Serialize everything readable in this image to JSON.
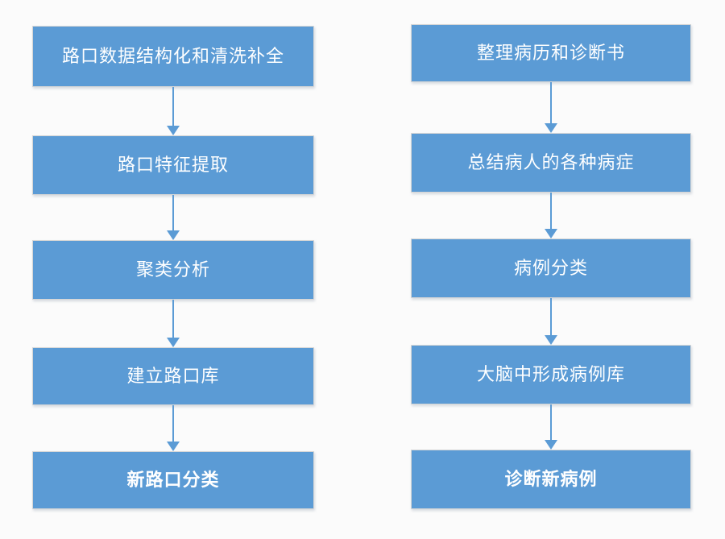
{
  "diagram": {
    "type": "flowchart",
    "orientation": "vertical",
    "columns": 2,
    "accent_color": "#5b9bd5",
    "text_color": "#ffffff",
    "border_color": "#d6d6d6",
    "background_color": "#fbfbfb",
    "left_flow": {
      "steps": [
        {
          "label": "路口数据结构化和清洗补全"
        },
        {
          "label": "路口特征提取"
        },
        {
          "label": "聚类分析"
        },
        {
          "label": "建立路口库"
        },
        {
          "label": "新路口分类"
        }
      ],
      "connectors": [
        {
          "from": 0,
          "to": 1,
          "kind": "arrow-down"
        },
        {
          "from": 1,
          "to": 2,
          "kind": "arrow-down"
        },
        {
          "from": 2,
          "to": 3,
          "kind": "arrow-down"
        },
        {
          "from": 3,
          "to": 4,
          "kind": "arrow-down"
        }
      ]
    },
    "right_flow": {
      "steps": [
        {
          "label": "整理病历和诊断书"
        },
        {
          "label": "总结病人的各种病症"
        },
        {
          "label": "病例分类"
        },
        {
          "label": "大脑中形成病例库"
        },
        {
          "label": "诊断新病例"
        }
      ],
      "connectors": [
        {
          "from": 0,
          "to": 1,
          "kind": "arrow-down"
        },
        {
          "from": 1,
          "to": 2,
          "kind": "arrow-down"
        },
        {
          "from": 2,
          "to": 3,
          "kind": "arrow-down"
        },
        {
          "from": 3,
          "to": 4,
          "kind": "arrow-down"
        }
      ]
    }
  }
}
